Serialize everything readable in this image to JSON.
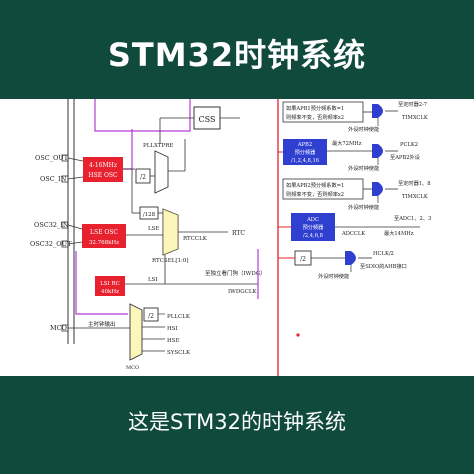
{
  "header": {
    "title": "STM32时钟系统"
  },
  "footer": {
    "caption": "这是STM32的时钟系统"
  },
  "colors": {
    "background": "#0f4a3c",
    "accent_red": "#e8212e",
    "accent_blue": "#2f3fcf",
    "accent_purple": "#b33cd6"
  },
  "diagram": {
    "css": "CSS",
    "pin_osc_out": "OSC_OUT",
    "pin_osc_in": "OSC_IN",
    "pin_osc32_in": "OSC32_IN",
    "pin_osc32_out": "OSC32_OUT",
    "pin_mco": "MCO",
    "hse_osc_l1": "4-16MHz",
    "hse_osc_l2": "HSE OSC",
    "lse_osc_l1": "LSE OSC",
    "lse_osc_l2": "32.768kHz",
    "lsi_rc_l1": "LSI RC",
    "lsi_rc_l2": "40kHz",
    "pllxtpre": "PLLXTPRE",
    "div2_a": "/2",
    "div128": "/128",
    "lse": "LSE",
    "rtcclk": "RTCCLK",
    "rtcsel": "RTCSEL[1:0]",
    "rtc": "RTC",
    "lsi": "LSI",
    "iwdg_label": "至独立看门狗（IWDG）",
    "iwdgclk": "IWDGCLK",
    "mco_label": "主时钟输出",
    "div2_b": "/2",
    "mco_pllclk": "PLLCLK",
    "mco_hsi": "HSI",
    "mco_hse": "HSE",
    "mco_sysclk": "SYSCLK",
    "mco_bottom": "MCO",
    "apb1_note1": "如果APB1预分频系数=1",
    "apb1_note2": "则频率不变，否则频率x2",
    "timer27": "至定时器2-7",
    "timxclk_1": "TIMXCLK",
    "ext_enable_1": "外设时钟使能",
    "apb2_pre_l1": "APB2",
    "apb2_pre_l2": "预分频器",
    "apb2_pre_l3": "/1,2,4,8,16",
    "max72": "最大72MHz",
    "pclk2": "PCLK2",
    "to_apb2": "至APB2外设",
    "ext_enable_2": "外设时钟使能",
    "apb2_note1": "如果APB2预分频系数=1",
    "apb2_note2": "则频率不变，否则频率x2",
    "timer18": "至定时器1、8",
    "timxclk_2": "TIMXCLK",
    "ext_enable_3": "外设时钟使能",
    "adc_pre_l1": "ADC",
    "adc_pre_l2": "预分频器",
    "adc_pre_l3": "/2,4,6,8",
    "adcclk": "ADCCLK",
    "max14": "最大14MHz",
    "to_adc": "至ADC1、2、3",
    "div2_c": "/2",
    "hclk2": "HCLK/2",
    "to_sdio": "至SDIO的AHB接口",
    "ext_enable_4": "外设时钟使能"
  }
}
